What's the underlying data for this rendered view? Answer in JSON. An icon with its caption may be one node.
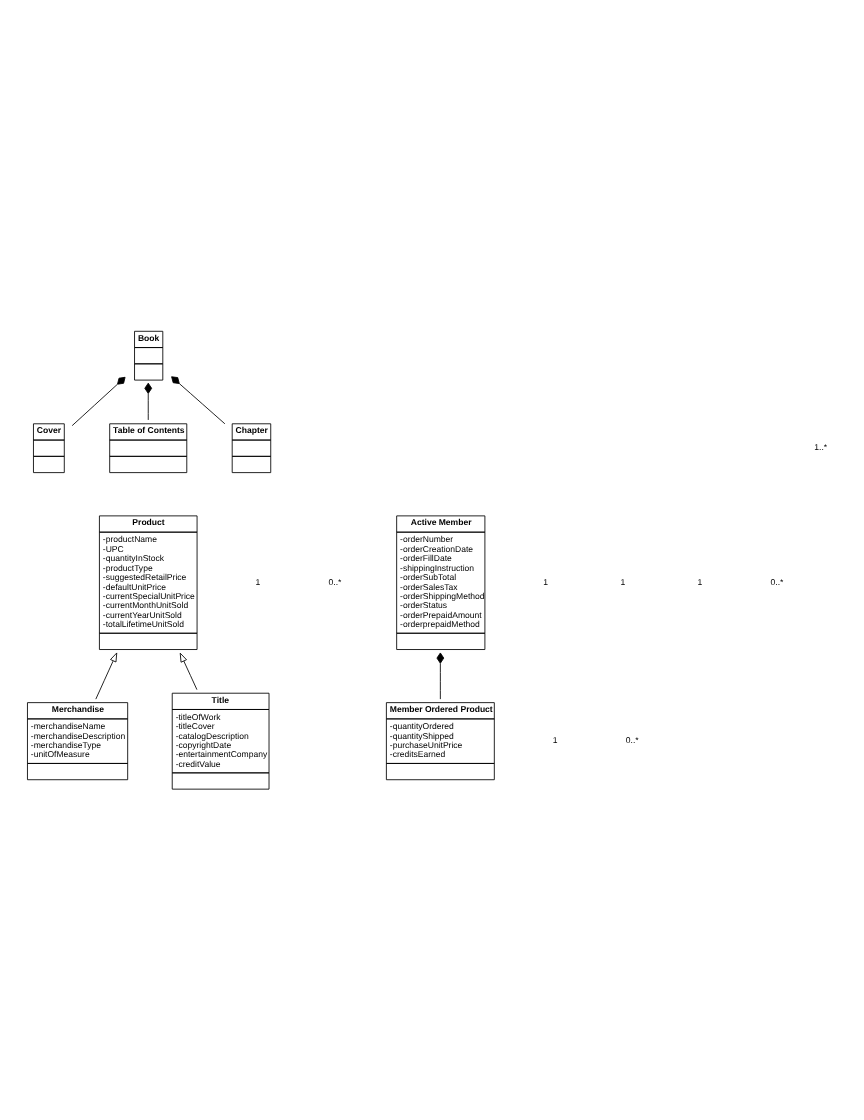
{
  "diagram": {
    "nodes": [
      {
        "text": [
          "Book"
        ]
      },
      {
        "text": [
          "Cover"
        ]
      },
      {
        "text": [
          "Table of Contents"
        ]
      },
      {
        "text": [
          "Chapter"
        ]
      },
      {
        "text": [
          "Product",
          "-productName",
          "-UPC",
          "-quantityInStock",
          "-productType",
          "-suggestedRetailPrice",
          "-defaultUnitPrice",
          "-currentSpecialUnitPrice",
          "-currentMonthUnitSold",
          "-currentYearUnitSold",
          "-totalLifetimeUnitSold"
        ]
      },
      {
        "text": [
          "Active Member",
          "-orderNumber",
          "-orderCreationDate",
          "-orderFillDate",
          "-shippingInstruction",
          "-orderSubTotal",
          "-orderSalesTax",
          "-orderShippingMethod",
          "-orderStatus",
          "-orderPrepaidAmount",
          "-orderprepaidMethod"
        ]
      },
      {
        "text": [
          "Merchandise",
          "-merchandiseName",
          "-merchandiseDescription",
          "-merchandiseType",
          "-unitOfMeasure"
        ]
      },
      {
        "text": [
          "Title",
          "-titleOfWork",
          "-titleCover",
          "-catalogDescription",
          "-copyrightDate",
          "-entertainmentCompany",
          "-creditValue"
        ]
      },
      {
        "text": [
          "Member Ordered Product",
          "-quantityOrdered",
          "-quantityShipped",
          "-purchaseUnitPrice",
          "-creditsEarned"
        ]
      }
    ],
    "edges": [
      {
        "from": 1,
        "to": 0,
        "arrow": "other"
      },
      {
        "from": 2,
        "to": 0,
        "arrow": "other"
      },
      {
        "from": 3,
        "to": 0,
        "arrow": "other"
      },
      {
        "from": 6,
        "to": 4,
        "arrow": "to"
      },
      {
        "from": 7,
        "to": 4,
        "arrow": "to"
      },
      {
        "from": 8,
        "to": 5,
        "arrow": "other"
      }
    ],
    "labels": [
      "1",
      "1",
      "1",
      "0..*",
      "1..*",
      "1",
      "0..*",
      "1",
      "0..*"
    ]
  }
}
